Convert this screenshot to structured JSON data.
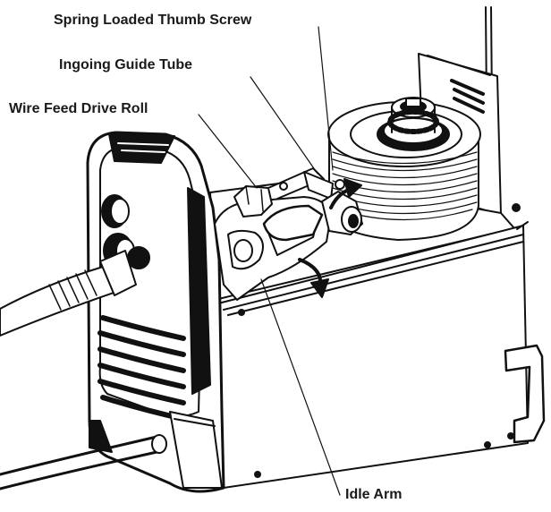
{
  "figure": {
    "labels": {
      "spring_loaded_thumb_screw": "Spring Loaded Thumb Screw",
      "ingoing_guide_tube": "Ingoing Guide Tube",
      "wire_feed_drive_roll": "Wire Feed Drive Roll",
      "idle_arm": "Idle Arm"
    }
  }
}
